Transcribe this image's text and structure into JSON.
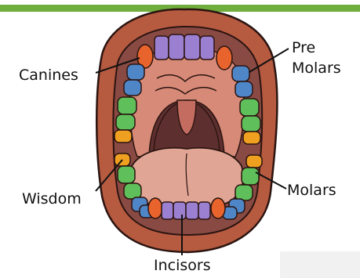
{
  "labels": {
    "canines": "Canines",
    "pre_molars_line1": "Pre",
    "pre_molars_line2": "Molars",
    "wisdom": "Wisdom",
    "molars": "Molars",
    "incisors": "Incisors"
  },
  "colors": {
    "accent_bar": "#6fae3c",
    "lips": "#b65a40",
    "mouth_interior": "#8a4a44",
    "palate": "#d88a78",
    "throat": "#5e2f2f",
    "uvula": "#c46c60",
    "tongue": "#e0a594",
    "incisors": "#9b7fd1",
    "canines": "#e8642c",
    "premolars": "#4f86c7",
    "molars": "#5fbf5a",
    "wisdom": "#f0a020"
  }
}
